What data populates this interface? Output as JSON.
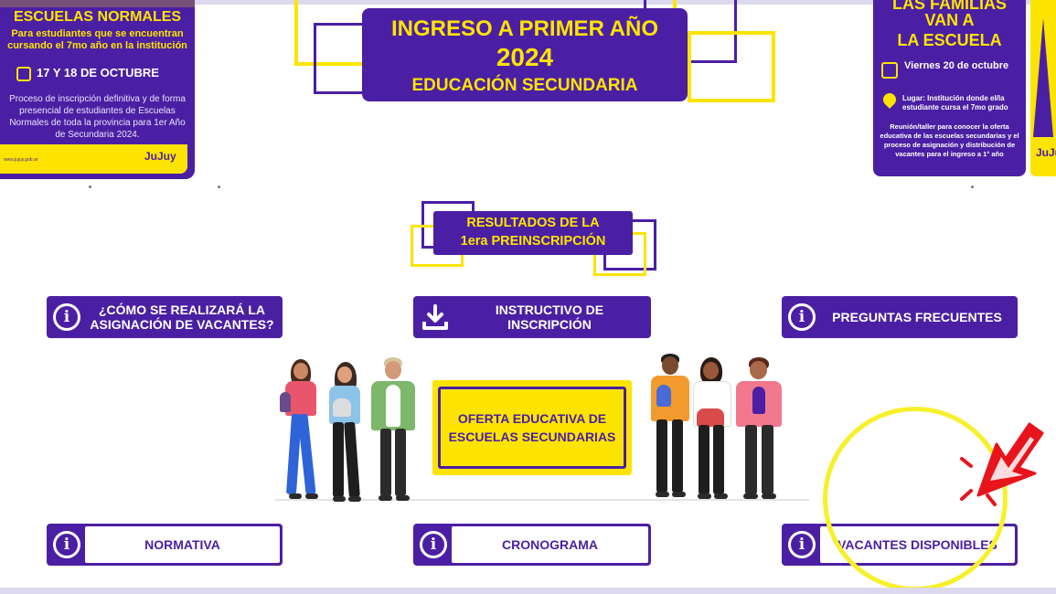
{
  "left_card": {
    "title": "ESCUELAS NORMALES",
    "subtitle": "Para estudiantes que se encuentran cursando el 7mo año en la institución",
    "date": "17 Y 18 DE OCTUBRE",
    "body": "Proceso de inscripción definitiva y de forma presencial de estudiantes de Escuelas Normales de toda la provincia para 1er Año de Secundaria 2024.",
    "web": "www.jujuy.gob.ar",
    "logo": "JuJuy"
  },
  "header": {
    "line1": "INGRESO A PRIMER AÑO",
    "line2": "2024",
    "line3": "EDUCACIÓN SECUNDARIA"
  },
  "right_card": {
    "title1": "LAS FAMILIAS",
    "title2": "VAN A",
    "title3": "LA ESCUELA",
    "date": "Viernes 20 de octubre",
    "place": "Lugar: Institución donde el/la estudiante cursa el 7mo grado",
    "body": "Reunión/taller para conocer la oferta educativa de las escuelas secundarias y el proceso de asignación y distribución de vacantes para el ingreso a 1° año",
    "logo": "JuJuy"
  },
  "results": {
    "line1": "RESULTADOS DE LA",
    "line2": "1era PREINSCRIPCIÓN"
  },
  "buttons": {
    "asignacion": "¿CÓMO SE REALIZARÁ LA ASIGNACIÓN DE VACANTES?",
    "instructivo": "INSTRUCTIVO DE INSCRIPCIÓN",
    "preguntas": "PREGUNTAS FRECUENTES",
    "normativa": "NORMATIVA",
    "cronograma": "CRONOGRAMA",
    "vacantes": "VACANTES DISPONIBLES",
    "info_glyph": "i"
  },
  "oferta": {
    "label": "OFERTA EDUCATIVA DE ESCUELAS SECUNDARIAS"
  },
  "colors": {
    "purple": "#4b1fa3",
    "yellow": "#fde400",
    "highlight": "#f8f02a",
    "cursor_red": "#e8141c"
  },
  "icons": {
    "info": "info-circle-icon",
    "download": "download-icon",
    "calendar": "calendar-icon",
    "location": "location-pin-icon",
    "cursor": "pointer-cursor-icon"
  }
}
